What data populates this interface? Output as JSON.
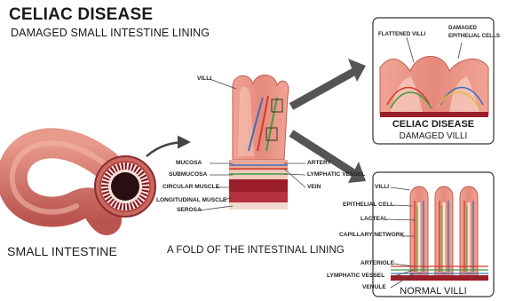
{
  "title": "CELIAC DISEASE",
  "subtitle": "DAMAGED SMALL INTESTINE LINING",
  "captions": {
    "small_intestine": "SMALL INTESTINE",
    "fold": "A FOLD OF THE INTESTINAL LINING"
  },
  "fold_labels": {
    "villi": "VILLI",
    "mucosa": "MUCOSA",
    "submucosa": "SUBMUCOSA",
    "circular_muscle": "CIRCULAR MUSCLE",
    "longitudinal_muscle": "LONGITUDINAL MUSCLE",
    "serosa": "SEROSA",
    "artery": "ARTERY",
    "lymphatic_vessel": "LYMPHATIC VESSEL",
    "vein": "VEIN"
  },
  "damaged_panel": {
    "flattened_villi": "FLATTENED VILLI",
    "damaged_cells_line1": "DAMAGED",
    "damaged_cells_line2": "EPITHELIAL CELLS",
    "title": "CELIAC DISEASE",
    "subtitle": "DAMAGED VILLI"
  },
  "normal_panel": {
    "villi": "VILLI",
    "epithelial_cell": "EPITHELIAL CELL",
    "lacteal": "LACTEAL",
    "capillary_network": "CAPILLARY NETWORK",
    "arteriole": "ARTERIOLE",
    "lymphatic_vessel": "LYMPHATIC VESSEL",
    "venule": "VENULE",
    "title": "NORMAL VILLI"
  },
  "colors": {
    "intestine": "#d9776f",
    "tissue": "#e79a8e",
    "muscle": "#9b1e2b",
    "artery": "#d23a2c",
    "vein": "#3d6fb8",
    "lymph": "#3f9c3f",
    "panel_border": "#333333"
  }
}
